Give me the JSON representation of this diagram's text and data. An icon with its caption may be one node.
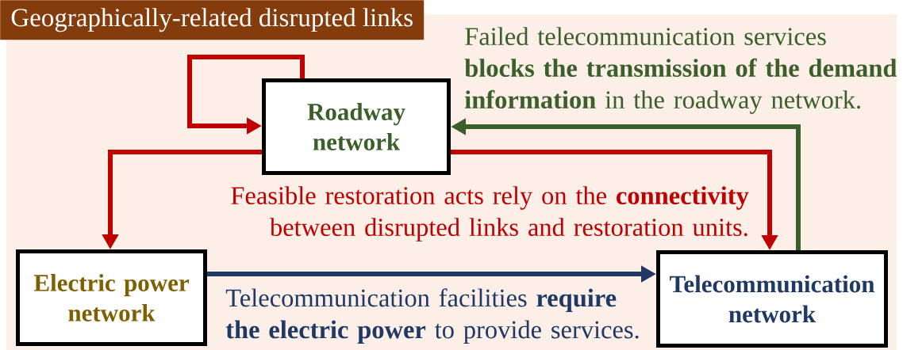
{
  "diagram": {
    "nodes": [
      {
        "text": [
          "Geographically-related disrupted links"
        ]
      },
      {
        "text": [
          "Roadway network"
        ],
        "in": 0
      },
      {
        "text": [
          "Electric power network"
        ],
        "in": 0
      },
      {
        "text": [
          "Telecommunication network"
        ],
        "in": 0
      }
    ],
    "edges": [
      {
        "from": 1,
        "to": 1,
        "arrow": "to"
      },
      {
        "from": 1,
        "to": 2,
        "arrow": "to"
      },
      {
        "from": 1,
        "to": 3,
        "arrow": "to"
      },
      {
        "from": 3,
        "to": 1,
        "arrow": "to",
        "color": "#3b5e2b"
      },
      {
        "from": 2,
        "to": 3,
        "arrow": "to",
        "color": "#203864"
      }
    ],
    "labels": [
      "Failed telecommunication services **blocks the transmission of the demand information** in the roadway network.",
      "Feasible restoration acts rely on the **connectivity** between disrupted links and restoration units.",
      "Telecommunication facilities **require the electric power** to provide services."
    ]
  }
}
